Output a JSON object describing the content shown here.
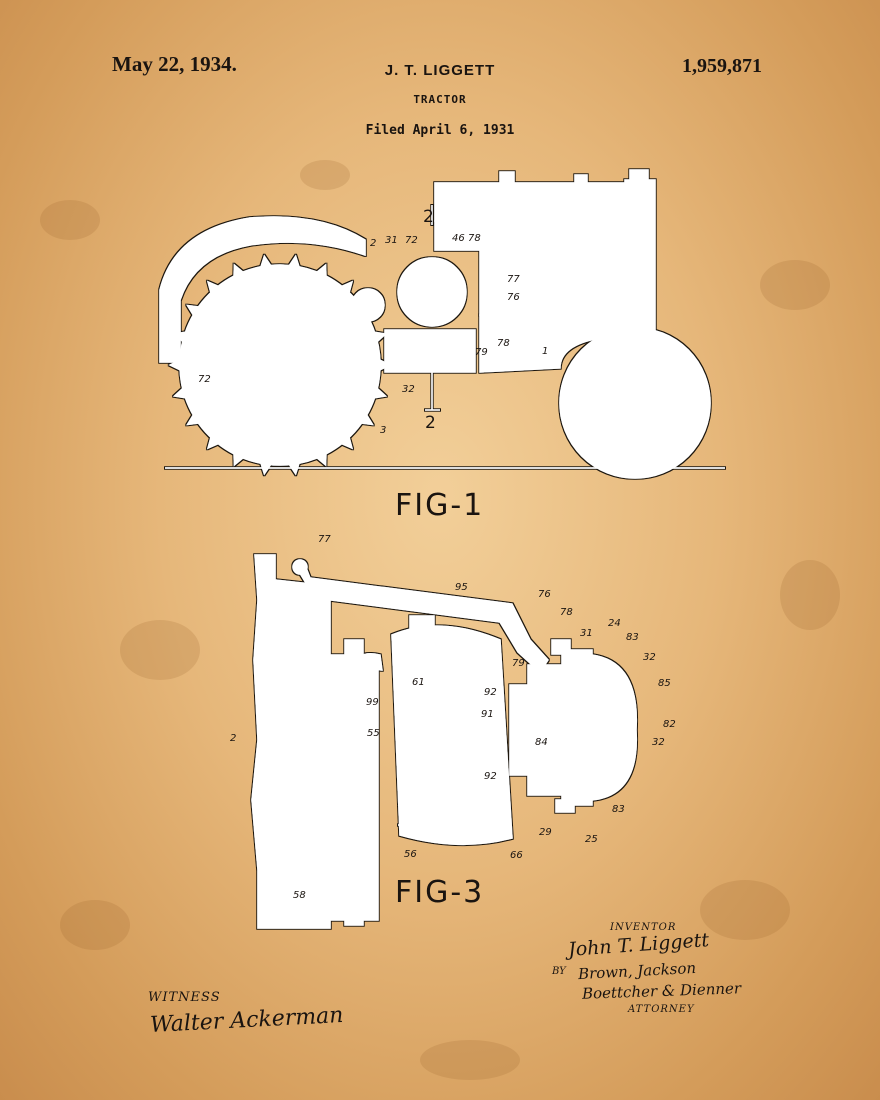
{
  "header": {
    "date": "May 22, 1934.",
    "inventor_name": "J. T. LIGGETT",
    "patent_number": "1,959,871",
    "title": "TRACTOR",
    "filed": "Filed April 6, 1931"
  },
  "figures": {
    "fig1_label": "FIG-1",
    "fig3_label": "FIG-3",
    "section_mark": "2"
  },
  "fig1_refs": [
    "2",
    "31",
    "72",
    "46",
    "78",
    "77",
    "76",
    "78",
    "79",
    "1",
    "32",
    "3",
    "72"
  ],
  "fig3_refs": [
    "77",
    "95",
    "76",
    "78",
    "24",
    "31",
    "83",
    "32",
    "85",
    "79",
    "92",
    "82",
    "99",
    "61",
    "91",
    "32",
    "2",
    "55",
    "84",
    "92",
    "83",
    "29",
    "25",
    "56",
    "66",
    "58"
  ],
  "signatures": {
    "inventor_label": "INVENTOR",
    "inventor_sig": "John T. Liggett",
    "by_label": "BY",
    "attorney_sig_1": "Brown, Jackson",
    "attorney_sig_2": "Boettcher & Dienner",
    "attorney_label": "ATTORNEY",
    "witness_label": "WITNESS",
    "witness_sig": "Walter Ackerman"
  },
  "colors": {
    "paper": "#e6b77a",
    "ink": "#1a1410",
    "line": "#ffffff"
  }
}
